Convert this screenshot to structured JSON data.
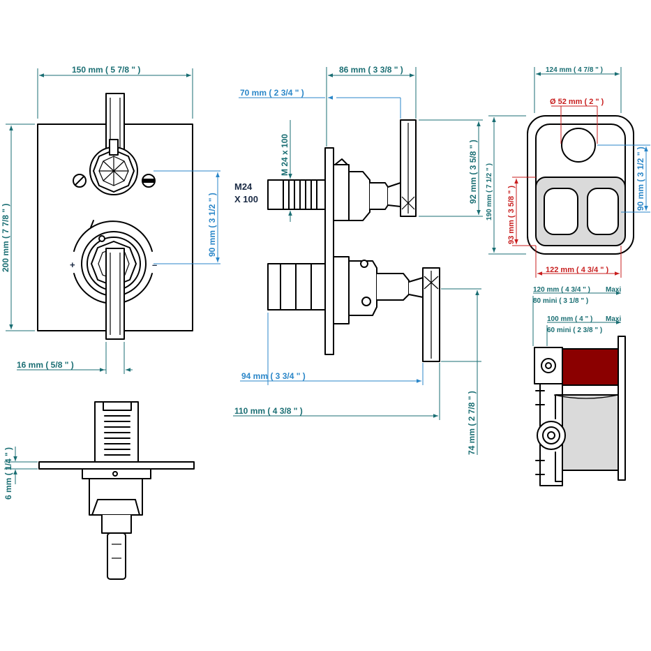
{
  "labels": {
    "front_width": "150 mm ( 5 7/8 \" )",
    "front_height": "200 mm ( 7 7/8 \" )",
    "handle_spacing": "90 mm ( 3 1/2 \" )",
    "handle_width": "16 mm ( 5/8 \" )",
    "plate_thickness": "6 mm ( 1/4 \" )",
    "side_depth_top": "86 mm ( 3 3/8 \" )",
    "side_70": "70 mm ( 2 3/4 \" )",
    "side_handle_height": "92 mm ( 3 5/8 \" )",
    "side_94": "94 mm ( 3 3/4 \" )",
    "side_110": "110 mm ( 4 3/8 \" )",
    "side_74": "74 mm ( 2 7/8 \" )",
    "thread_vertical": "M 24 x 100",
    "thread_line1": "M24",
    "thread_line2": "X 100",
    "box_width_top": "124 mm ( 4 7/8 \" )",
    "box_diameter": "Ø 52 mm ( 2 \" )",
    "box_height": "190 mm ( 7 1/2 \" )",
    "box_93": "93 mm ( 3 5/8 \" )",
    "box_90": "90 mm ( 3 1/2 \" )",
    "box_width_bottom": "122 mm ( 4 3/4 \" )",
    "body_120": "120 mm ( 4 3/4 \" )",
    "body_maxi": "Maxi",
    "body_80": "80 mini ( 3 1/8 \" )",
    "body_100": "100 mm ( 4 \" )",
    "body_maxi2": "Maxi",
    "body_60": "60 mini ( 2 3/8 \" )",
    "symbol_plus": "+",
    "symbol_minus": "–"
  },
  "colors": {
    "dimension_teal": "#1a6e73",
    "dimension_blue": "#2a86c8",
    "dimension_red": "#c81e1e",
    "red_fill": "#8b0000",
    "grey_fill": "#dadada"
  }
}
